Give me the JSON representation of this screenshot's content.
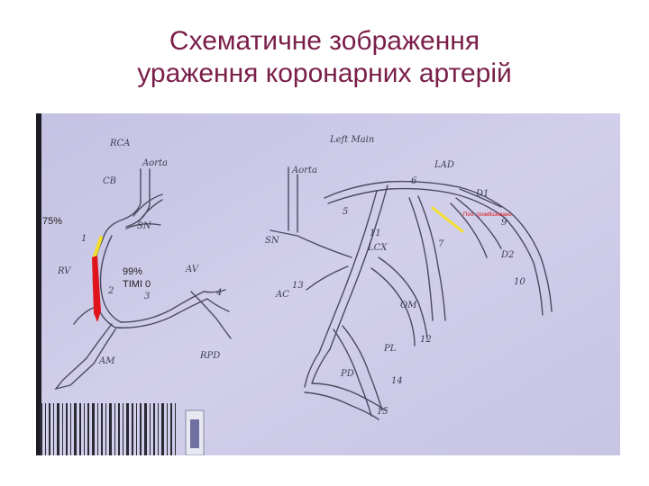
{
  "slide": {
    "title_line1": "Схематичне зображення",
    "title_line2": "ураження коронарних артерій"
  },
  "annotations": {
    "stenosis_75": "75%",
    "occlusion": "99%",
    "timi": "TIMI 0",
    "lad_note": "Поп. тромбозовано"
  },
  "labels": {
    "rca": "RCA",
    "aorta_right": "Aorta",
    "cb": "CB",
    "sn_right": "SN",
    "rv": "RV",
    "av": "AV",
    "am": "AM",
    "rpd": "RPD",
    "left_main": "Left Main",
    "aorta_left": "Aorta",
    "lad": "LAD",
    "d1": "D1",
    "d2": "D2",
    "sn_left": "SN",
    "ac": "AC",
    "lcx": "LCX",
    "om": "OM",
    "pl": "PL",
    "pd": "PD"
  },
  "segments": [
    "1",
    "2",
    "3",
    "4",
    "5",
    "6",
    "7",
    "9",
    "10",
    "11",
    "12",
    "13",
    "14",
    "15"
  ],
  "colors": {
    "title": "#7a1f4a",
    "paper": "#cbc8e6",
    "ink": "#4a4a5e",
    "stenosis_marker": "#f2e02c",
    "occlusion_marker": "#e0141c"
  }
}
